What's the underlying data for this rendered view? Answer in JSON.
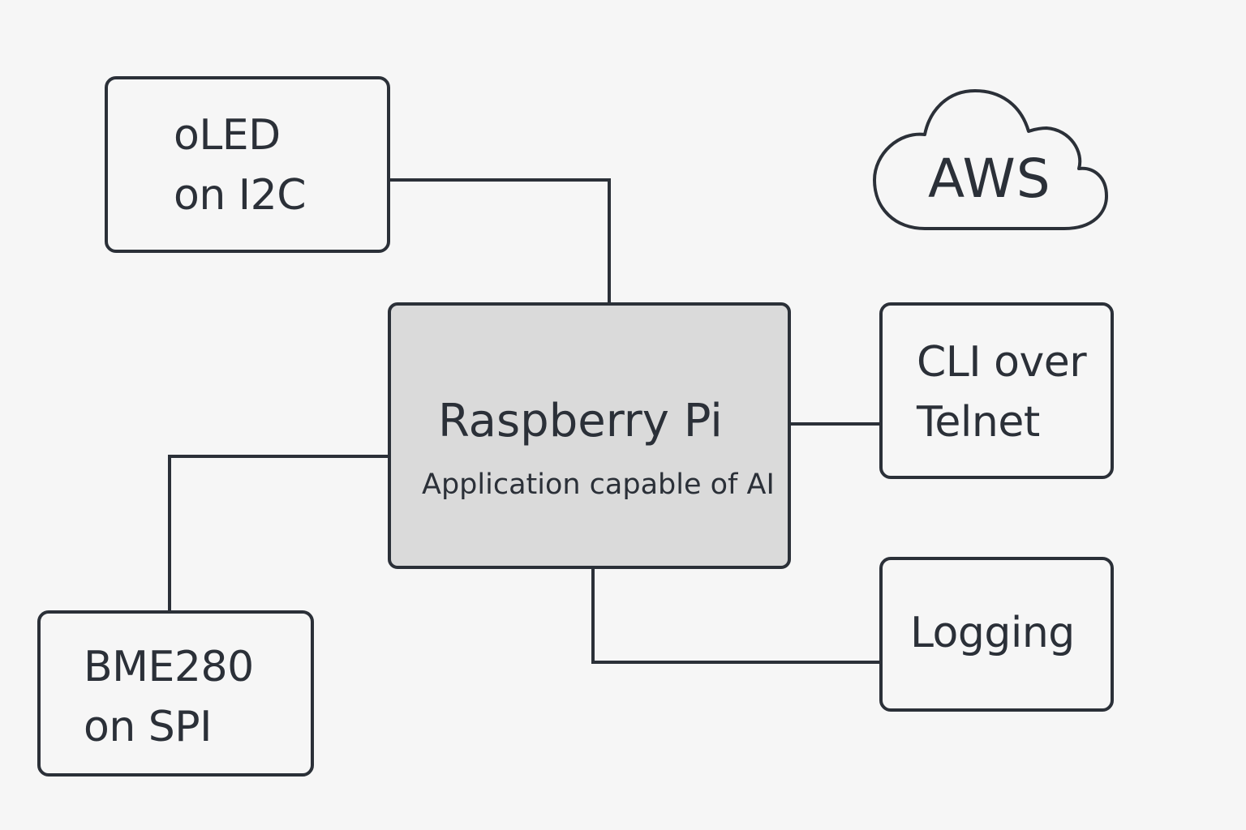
{
  "diagram": {
    "colors": {
      "stroke": "#2b3038",
      "text": "#2b3038",
      "background": "#f6f6f6",
      "main_fill": "#dadada"
    },
    "nodes": {
      "oled": {
        "line1": "oLED",
        "line2": "on I2C"
      },
      "aws": {
        "label": "AWS",
        "icon": "cloud-icon"
      },
      "raspberry_pi": {
        "title": "Raspberry Pi",
        "subtitle": "Application capable of AI"
      },
      "cli": {
        "line1": "CLI over",
        "line2": "Telnet"
      },
      "bme280": {
        "line1": "BME280",
        "line2": "on SPI"
      },
      "logging": {
        "label": "Logging"
      }
    },
    "edges": [
      {
        "from": "oled",
        "to": "raspberry_pi"
      },
      {
        "from": "raspberry_pi",
        "to": "cli"
      },
      {
        "from": "raspberry_pi",
        "to": "bme280"
      },
      {
        "from": "raspberry_pi",
        "to": "logging"
      }
    ]
  }
}
